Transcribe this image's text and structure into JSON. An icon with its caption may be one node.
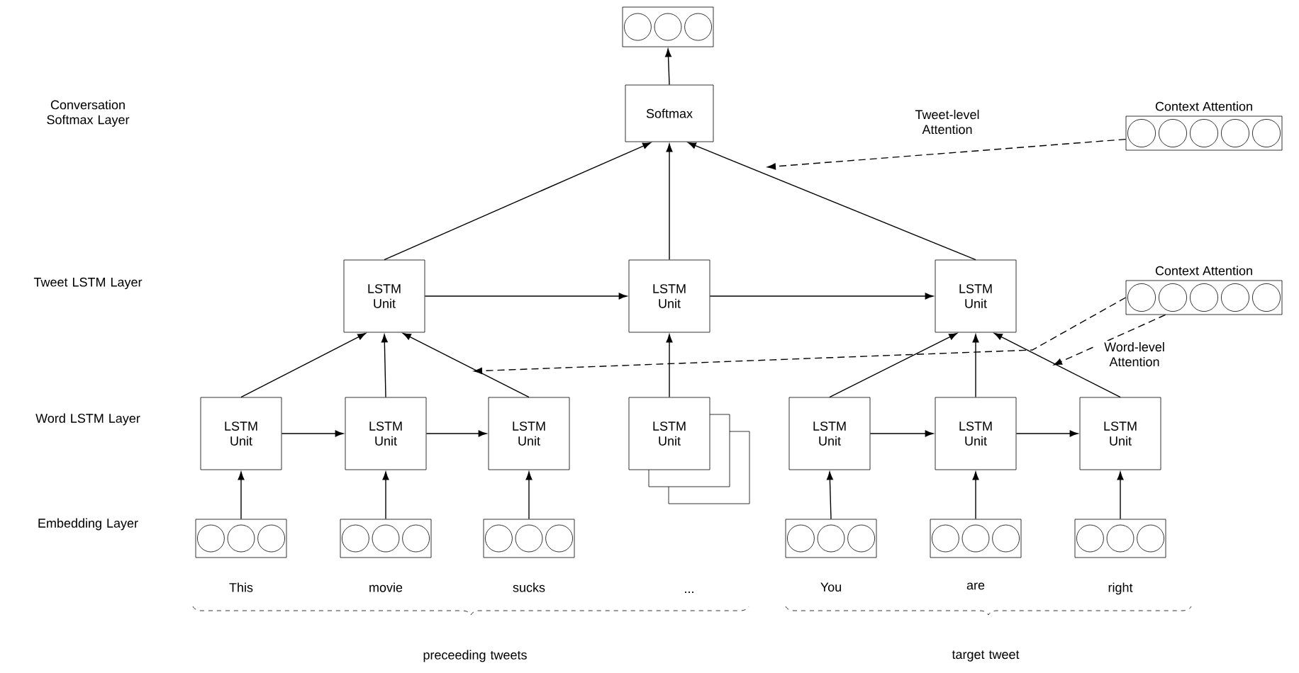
{
  "diagram": {
    "nodes": [
      {
        "text": [],
        "shape": "box"
      },
      {
        "text": [
          "Softmax"
        ]
      },
      {
        "text": [
          "LSTM Unit"
        ]
      },
      {
        "text": [
          "LSTM Unit"
        ]
      },
      {
        "text": [
          "LSTM Unit"
        ]
      },
      {
        "text": [
          "Context Attention"
        ]
      },
      {
        "text": [
          "Context Attention"
        ]
      },
      {
        "text": [
          "LSTM Unit"
        ]
      },
      {
        "text": [
          "LSTM Unit"
        ]
      },
      {
        "text": [
          "LSTM Unit"
        ]
      },
      {
        "text": [
          "LSTM Unit"
        ]
      },
      {
        "text": [
          "LSTM Unit"
        ]
      },
      {
        "text": [
          "LSTM Unit"
        ]
      },
      {
        "text": [
          "LSTM Unit"
        ]
      },
      {
        "text": [],
        "shape": "box",
        "beside": [
          "This"
        ]
      },
      {
        "text": [],
        "shape": "box",
        "beside": [
          "movie"
        ]
      },
      {
        "text": [],
        "shape": "box",
        "beside": [
          "sucks"
        ]
      },
      {
        "text": [],
        "shape": "box",
        "beside": [
          "You"
        ]
      },
      {
        "text": [],
        "shape": "box",
        "beside": [
          "are"
        ]
      },
      {
        "text": [],
        "shape": "box",
        "beside": [
          "right"
        ]
      }
    ],
    "edges": [
      {
        "from": 1,
        "to": 0,
        "arrow": "to"
      },
      {
        "from": 2,
        "to": 1,
        "arrow": "to"
      },
      {
        "from": 3,
        "to": 1,
        "arrow": "to"
      },
      {
        "from": 4,
        "to": 1,
        "arrow": "to"
      },
      {
        "from": 2,
        "to": 3,
        "arrow": "to"
      },
      {
        "from": 3,
        "to": 4,
        "arrow": "to"
      },
      {
        "from": 5,
        "to": null,
        "arrow": "to",
        "style": "dashed",
        "label": "Tweet-level Attention"
      },
      {
        "from": 6,
        "to": null,
        "arrow": "to",
        "style": "dashed"
      },
      {
        "from": 6,
        "to": null,
        "arrow": "to",
        "style": "dashed",
        "label": "Word-level Attention"
      },
      {
        "from": 7,
        "to": 8,
        "arrow": "to"
      },
      {
        "from": 8,
        "to": 9,
        "arrow": "to"
      },
      {
        "from": 11,
        "to": 12,
        "arrow": "to"
      },
      {
        "from": 12,
        "to": 13,
        "arrow": "to"
      },
      {
        "from": 7,
        "to": 2,
        "arrow": "to"
      },
      {
        "from": 8,
        "to": 2,
        "arrow": "to"
      },
      {
        "from": 9,
        "to": 2,
        "arrow": "to"
      },
      {
        "from": 10,
        "to": 3,
        "arrow": "to"
      },
      {
        "from": 11,
        "to": 4,
        "arrow": "to"
      },
      {
        "from": 12,
        "to": 4,
        "arrow": "to"
      },
      {
        "from": 13,
        "to": 4,
        "arrow": "to"
      },
      {
        "from": 14,
        "to": 7,
        "arrow": "to"
      },
      {
        "from": 15,
        "to": 8,
        "arrow": "to"
      },
      {
        "from": 16,
        "to": 9,
        "arrow": "to"
      },
      {
        "from": 17,
        "to": 11,
        "arrow": "to"
      },
      {
        "from": 18,
        "to": 12,
        "arrow": "to"
      },
      {
        "from": 19,
        "to": 13,
        "arrow": "to"
      }
    ],
    "labels": [
      "Conversation Softmax Layer",
      "Tweet LSTM Layer",
      "Word LSTM Layer",
      "Embedding Layer",
      "...",
      "preceeding tweets",
      "target tweet"
    ]
  }
}
